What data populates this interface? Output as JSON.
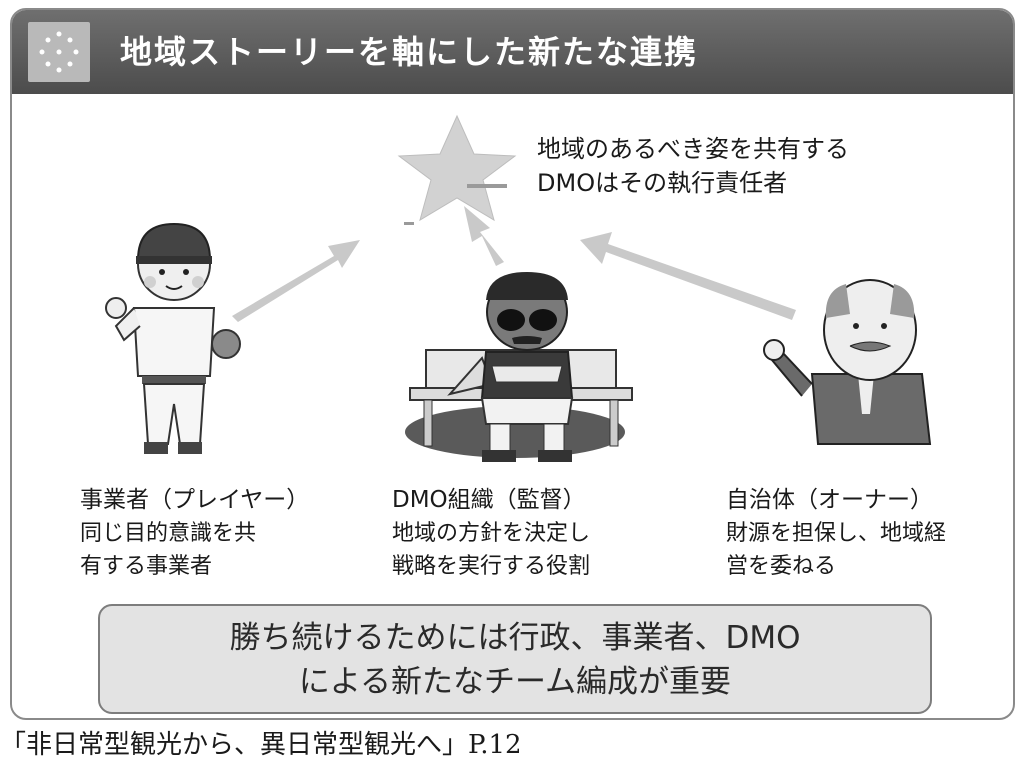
{
  "header": {
    "title": "地域ストーリーを軸にした新たな連携"
  },
  "center_star": {
    "caption_line1": "地域のあるべき姿を共有する",
    "caption_line2": "DMOはその執行責任者"
  },
  "roles": [
    {
      "title": "事業者（プレイヤー）",
      "desc_line1": "同じ目的意識を共",
      "desc_line2": "有する事業者"
    },
    {
      "title": "DMO組織（監督）",
      "desc_line1": "地域の方針を決定し",
      "desc_line2": "戦略を実行する役割"
    },
    {
      "title": "自治体（オーナー）",
      "desc_line1": "財源を担保し、地域経",
      "desc_line2": "営を委ねる"
    }
  ],
  "message": {
    "line1": "勝ち続けるためには行政、事業者、DMO",
    "line2": "による新たなチーム編成が重要"
  },
  "source": "「非日常型観光から、異日常型観光へ」P.12",
  "colors": {
    "header_bg": "#5a5a5a",
    "arrow": "#c8c8c8",
    "star": "#cfcfcf",
    "message_bg": "#e3e3e3"
  },
  "icons": [
    "grid-dots-icon",
    "star-icon",
    "arrow-icon"
  ]
}
